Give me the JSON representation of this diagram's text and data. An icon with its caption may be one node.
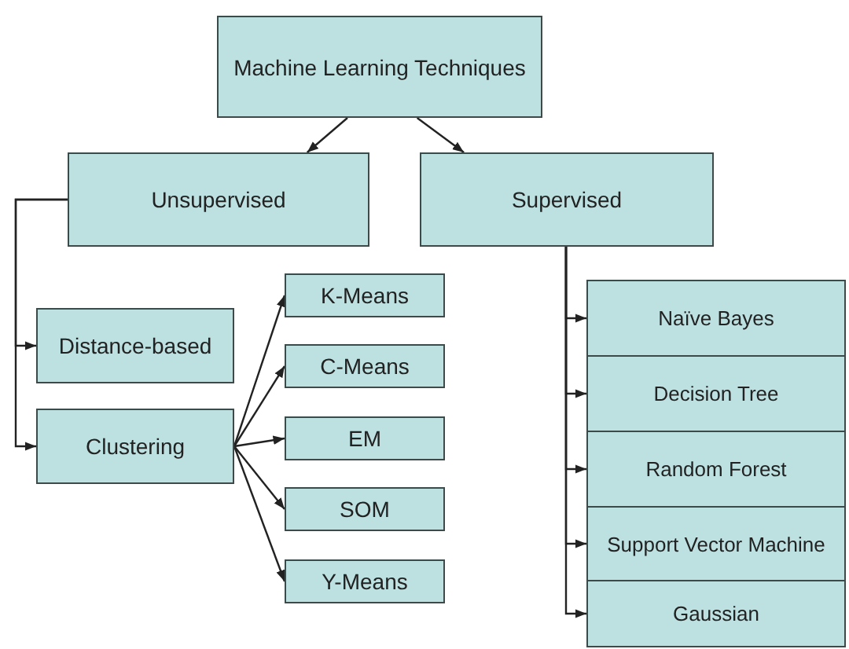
{
  "diagram": {
    "nodes": [
      {
        "text": [
          "Machine Learning Techniques"
        ]
      },
      {
        "text": [
          "Unsupervised"
        ]
      },
      {
        "text": [
          "Supervised"
        ]
      },
      {
        "text": [
          "Distance-based"
        ]
      },
      {
        "text": [
          "Clustering"
        ]
      },
      {
        "text": [
          "K-Means"
        ]
      },
      {
        "text": [
          "C-Means"
        ]
      },
      {
        "text": [
          "EM"
        ]
      },
      {
        "text": [
          "SOM"
        ]
      },
      {
        "text": [
          "Y-Means"
        ]
      },
      {
        "text": [
          "Naïve Bayes"
        ]
      },
      {
        "text": [
          "Decision Tree"
        ]
      },
      {
        "text": [
          "Random Forest"
        ]
      },
      {
        "text": [
          "Support Vector Machine"
        ]
      },
      {
        "text": [
          "Gaussian"
        ]
      }
    ],
    "edges": [
      {
        "from": 0,
        "to": 1,
        "arrow": "to"
      },
      {
        "from": 0,
        "to": 2,
        "arrow": "to"
      },
      {
        "from": 1,
        "to": 3,
        "arrow": "to"
      },
      {
        "from": 1,
        "to": 4,
        "arrow": "to"
      },
      {
        "from": 4,
        "to": 5,
        "arrow": "to"
      },
      {
        "from": 4,
        "to": 6,
        "arrow": "to"
      },
      {
        "from": 4,
        "to": 7,
        "arrow": "to"
      },
      {
        "from": 4,
        "to": 8,
        "arrow": "to"
      },
      {
        "from": 4,
        "to": 9,
        "arrow": "to"
      },
      {
        "from": 2,
        "to": 10,
        "arrow": "to"
      },
      {
        "from": 2,
        "to": 11,
        "arrow": "to"
      },
      {
        "from": 2,
        "to": 12,
        "arrow": "to"
      },
      {
        "from": 2,
        "to": 13,
        "arrow": "to"
      },
      {
        "from": 2,
        "to": 14,
        "arrow": "to"
      }
    ]
  }
}
